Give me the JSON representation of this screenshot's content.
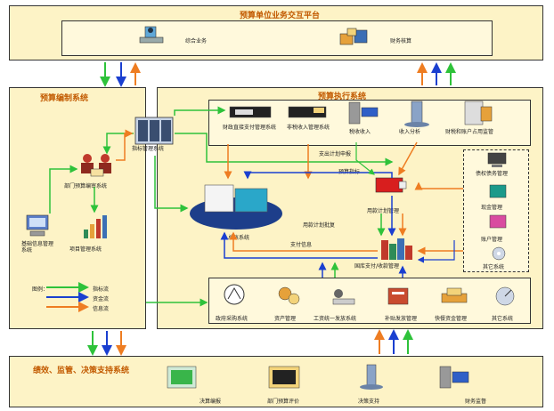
{
  "top_platform": {
    "title": "预算单位业务交互平台",
    "items": [
      "综合业务",
      "财务核算"
    ]
  },
  "compile_system": {
    "title": "预算编制系统",
    "items": [
      "部门预算编审系统",
      "基础信息管理系统",
      "项目管理系统"
    ]
  },
  "execution_system": {
    "title": "预算执行系统",
    "top_items": [
      "财政直接支付管理系统",
      "非税收入管理系统",
      "税收收入",
      "收入分析",
      "财税和账户占用监管"
    ],
    "center_hub": "总账系统",
    "plan_management": "用款计划管理",
    "payment_management": "国库支付/收款管理",
    "right_items": [
      "债权债务管理",
      "现金管理",
      "账户管理",
      "其它系统"
    ],
    "bottom_items": [
      "政府采购系统",
      "资产管理",
      "工资统一发放系统",
      "补贴发放管理",
      "快餐资金管理",
      "其它系统"
    ],
    "flow_labels": [
      "支出计划申报",
      "预算指标",
      "支付信息",
      "用款计划批复"
    ]
  },
  "index_management": "指标管理系统",
  "legend": {
    "title": "图例：",
    "items": [
      {
        "label": "指标流",
        "color": "#2ec23a"
      },
      {
        "label": "资金流",
        "color": "#1a3fd0"
      },
      {
        "label": "信息流",
        "color": "#ee7d22"
      }
    ]
  },
  "bottom_system": {
    "title": "绩效、监管、决策支持系统",
    "items": [
      "决算编报",
      "部门预算评价",
      "决策支持",
      "财务监督"
    ]
  }
}
